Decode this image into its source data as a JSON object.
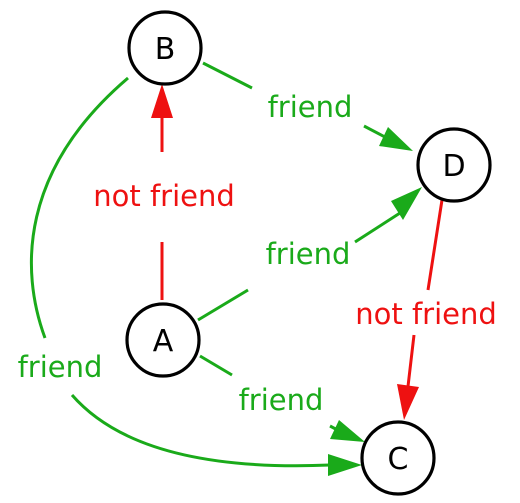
{
  "colors": {
    "friend": "#1aaa1a",
    "not_friend": "#ee1111",
    "node_stroke": "#000000",
    "background": "#ffffff"
  },
  "nodes": {
    "A": "A",
    "B": "B",
    "C": "C",
    "D": "D"
  },
  "edges": {
    "b_to_d": {
      "label": "friend",
      "relation": "friend"
    },
    "a_to_b": {
      "label": "not friend",
      "relation": "not_friend"
    },
    "a_to_d": {
      "label": "friend",
      "relation": "friend"
    },
    "d_to_c": {
      "label": "not friend",
      "relation": "not_friend"
    },
    "b_to_c": {
      "label": "friend",
      "relation": "friend"
    },
    "a_to_c": {
      "label": "friend",
      "relation": "friend"
    }
  }
}
